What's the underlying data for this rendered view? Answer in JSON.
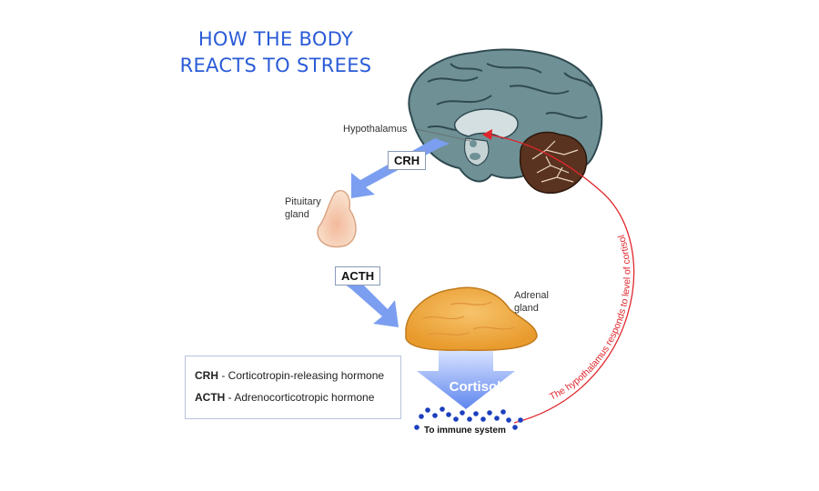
{
  "title": {
    "line1": "HOW THE BODY",
    "line2": "REACTS TO STREES"
  },
  "labels": {
    "hypothalamus": "Hypothalamus",
    "pituitary_line1": "Pituitary",
    "pituitary_line2": "gland",
    "crh": "CRH",
    "acth": "ACTH",
    "adrenal_line1": "Adrenal",
    "adrenal_line2": "gland",
    "cortisol": "Cortisol",
    "immune": "To immune system",
    "feedback": "The hypothalamus responds to level of cortisol"
  },
  "legend": {
    "items": [
      {
        "abbr": "CRH",
        "desc": " - Corticotropin-releasing hormone"
      },
      {
        "abbr": "ACTH",
        "desc": " - Adrenocorticotropic hormone"
      }
    ]
  },
  "colors": {
    "title": "#2a5bd7",
    "arrow": "#7b9ef0",
    "feedback": "#e0262c",
    "brain": "#6f9196",
    "cerebellum": "#5a3320",
    "adrenal": "#f2a640",
    "pituitary": "#f6cfb0",
    "dots": "#1c3fbd"
  }
}
